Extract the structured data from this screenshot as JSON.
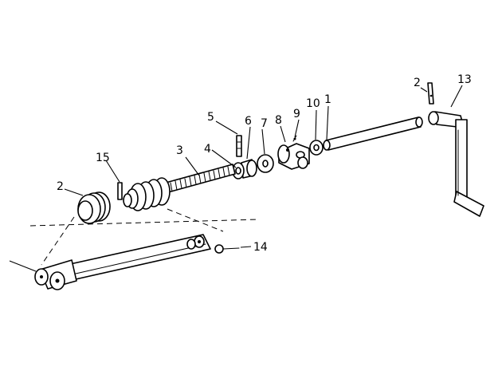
{
  "figure": {
    "callouts": {
      "p1": "1",
      "p2_pin": "2",
      "p2_spring": "2",
      "p3": "3",
      "p4": "4",
      "p5": "5",
      "p6": "6",
      "p7": "7",
      "p8": "8",
      "p9": "9",
      "p10": "10",
      "p13": "13",
      "p14": "14",
      "p15": "15"
    }
  }
}
